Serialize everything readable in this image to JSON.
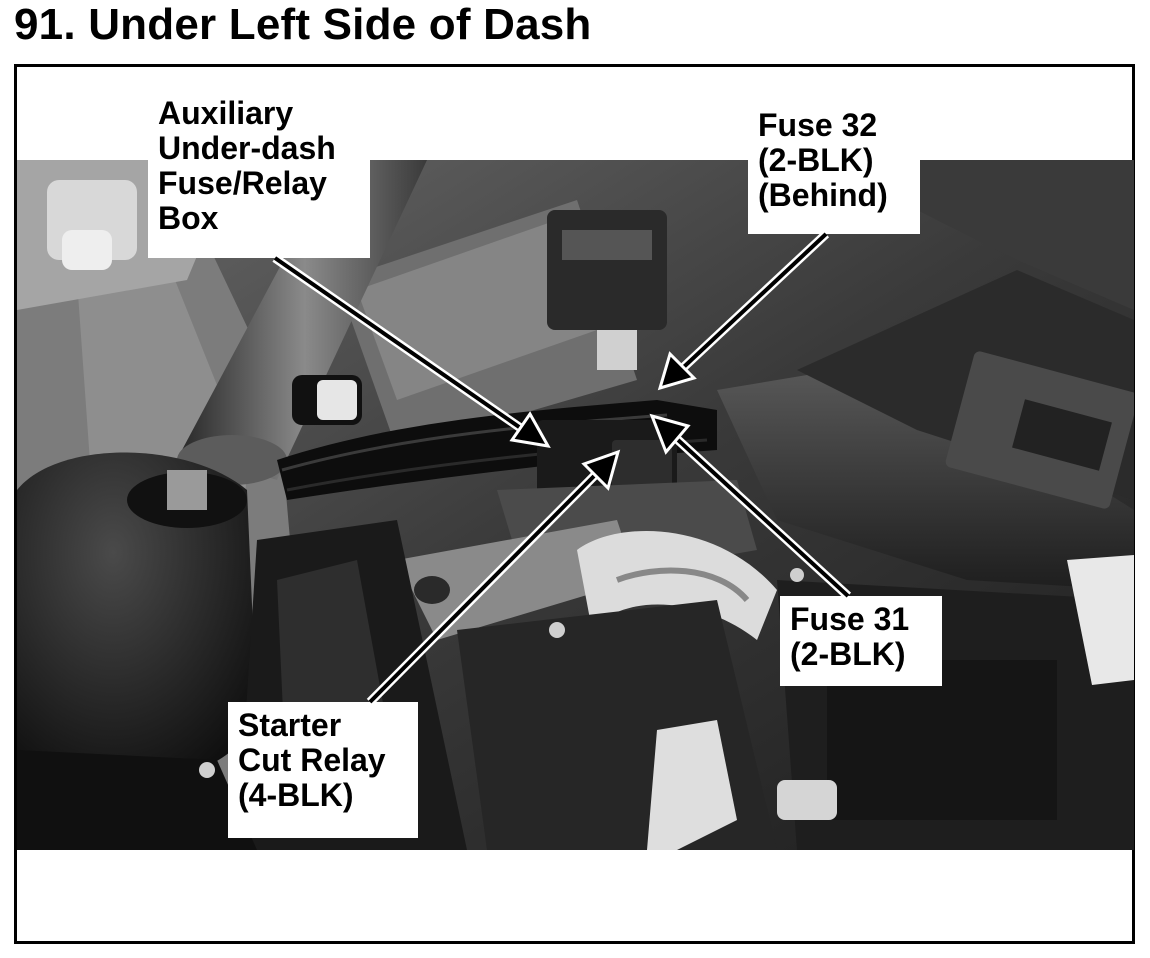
{
  "page": {
    "title": "91. Under Left Side of Dash"
  },
  "callouts": {
    "aux_box": {
      "lines": [
        "Auxiliary",
        "Under-dash",
        "Fuse/Relay",
        "Box"
      ]
    },
    "fuse32": {
      "lines": [
        "Fuse 32",
        "(2-BLK)",
        "(Behind)"
      ]
    },
    "fuse31": {
      "lines": [
        "Fuse 31",
        "(2-BLK)"
      ]
    },
    "starter_relay": {
      "lines": [
        "Starter",
        "Cut Relay",
        "(4-BLK)"
      ]
    }
  },
  "colors": {
    "frame": "#000000",
    "label_bg": "#ffffff",
    "arrow": "#000000",
    "arrow_outline": "#ffffff"
  }
}
